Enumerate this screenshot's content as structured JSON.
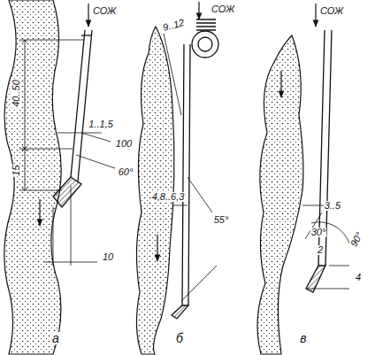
{
  "diagram": {
    "labels": [
      "СОЖ",
      "СОЖ",
      "СОЖ",
      "40..50",
      "15",
      "1..1,5",
      "100",
      "60°",
      "10",
      "9..12",
      "4,8..6,3",
      "55°",
      "3..5",
      "30°",
      "2",
      "90°",
      "4",
      "а",
      "б",
      "в"
    ]
  }
}
